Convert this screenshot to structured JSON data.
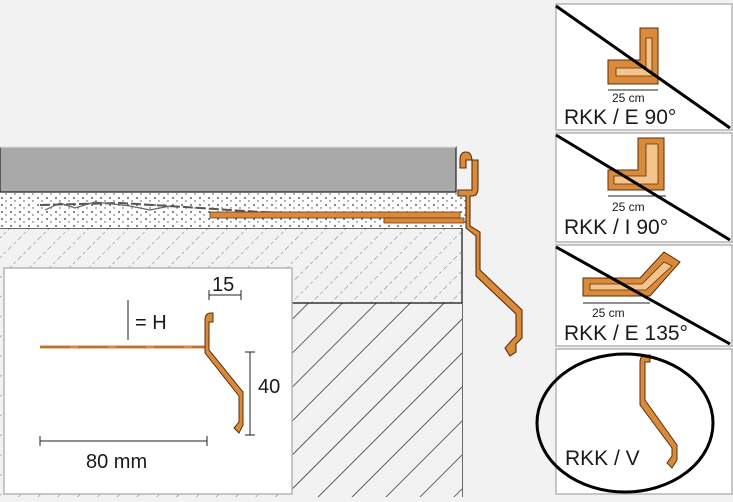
{
  "colors": {
    "background": "#f2f2f2",
    "panel": "#ffffff",
    "profile_orange": "#d98a3a",
    "tile_grey": "#a9a9a9",
    "line": "#111111"
  },
  "main_detail": {
    "inset": {
      "dim_width": "15",
      "dim_height_label": "= H",
      "dim_depth": "40",
      "dim_flange": "80 mm"
    }
  },
  "variants": [
    {
      "label": "RKK / E 90°",
      "width_label": "25 cm",
      "crossed_out": true,
      "icon": "external-corner-90-icon"
    },
    {
      "label": "RKK / I 90°",
      "width_label": "25 cm",
      "crossed_out": true,
      "icon": "internal-corner-90-icon"
    },
    {
      "label": "RKK / E 135°",
      "width_label": "25 cm",
      "crossed_out": true,
      "icon": "external-corner-135-icon"
    },
    {
      "label": "RKK / V",
      "crossed_out": false,
      "circled": true,
      "icon": "profile-section-icon"
    }
  ]
}
